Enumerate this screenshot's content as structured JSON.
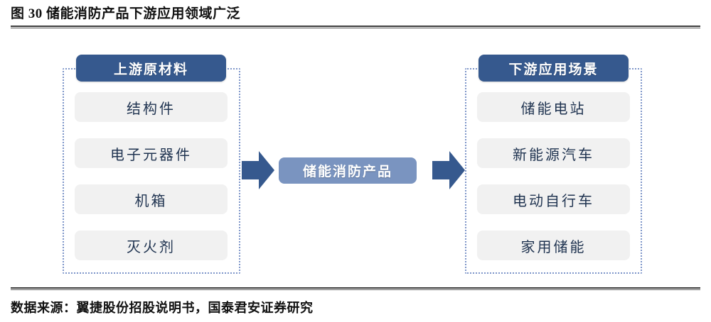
{
  "figure": {
    "title": "图 30 储能消防产品下游应用领域广泛",
    "source": "数据来源：翼捷股份招股说明书，国泰君安证券研究"
  },
  "colors": {
    "header_blue": "#36598E",
    "center_blue": "#7A94C0",
    "item_gray": "#F1F1F1",
    "dotted_border": "#7E96C9",
    "item_text": "#1F3350"
  },
  "diagram": {
    "type": "value-chain",
    "upstream": {
      "header": "上游原材料",
      "items": [
        {
          "label": "结构件"
        },
        {
          "label": "电子元器件"
        },
        {
          "label": "机箱"
        },
        {
          "label": "灭火剂"
        }
      ]
    },
    "center": {
      "label": "储能消防产品"
    },
    "downstream": {
      "header": "下游应用场景",
      "items": [
        {
          "label": "储能电站"
        },
        {
          "label": "新能源汽车"
        },
        {
          "label": "电动自行车"
        },
        {
          "label": "家用储能"
        }
      ]
    },
    "arrows": [
      {
        "name": "upstream-to-product",
        "direction": "right"
      },
      {
        "name": "product-to-downstream",
        "direction": "right"
      }
    ]
  }
}
